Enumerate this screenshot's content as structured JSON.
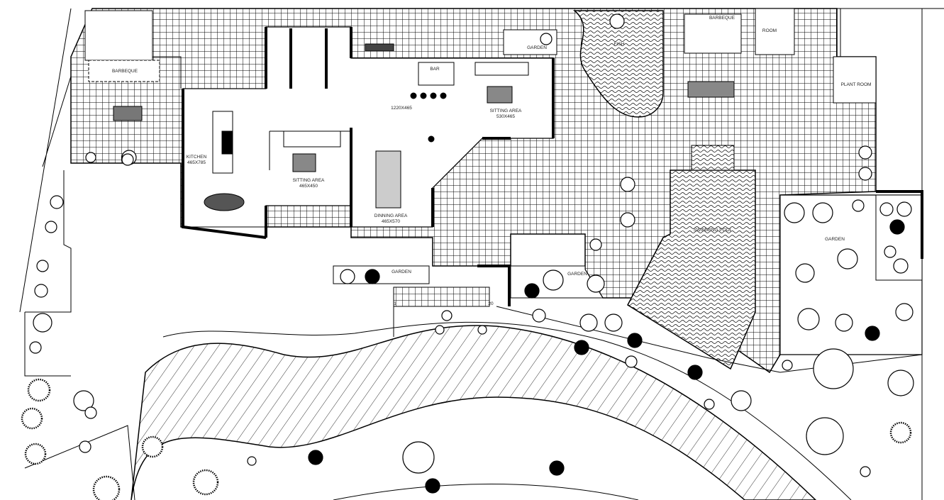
{
  "plan": {
    "rooms": {
      "barbeque_west": "BARBEQUE",
      "kitchen": "KITCHEN",
      "kitchen_size": "465X785",
      "sitting_west": "SITTING AREA",
      "sitting_west_size": "465X450",
      "dining": "DINNING AREA",
      "dining_size": "465X570",
      "living_size": "1220X465",
      "bar": "BAR",
      "sitting_east": "SITTING AREA",
      "sitting_east_size": "530X465",
      "garden_north": "GARDEN",
      "pond": "FISH",
      "barbeque_east": "BARBEQUE",
      "room": "ROOM",
      "plant_room": "PLANT ROOM",
      "swimming_pool": "SWIMMING POOL",
      "garden_east": "GARDEN",
      "garden_south_a": "GARDEN",
      "garden_south_b": "GARDEN"
    },
    "stairs": {
      "first_step": "1",
      "last_step": "20"
    },
    "colors": {
      "line": "#000000",
      "background": "#ffffff"
    }
  }
}
